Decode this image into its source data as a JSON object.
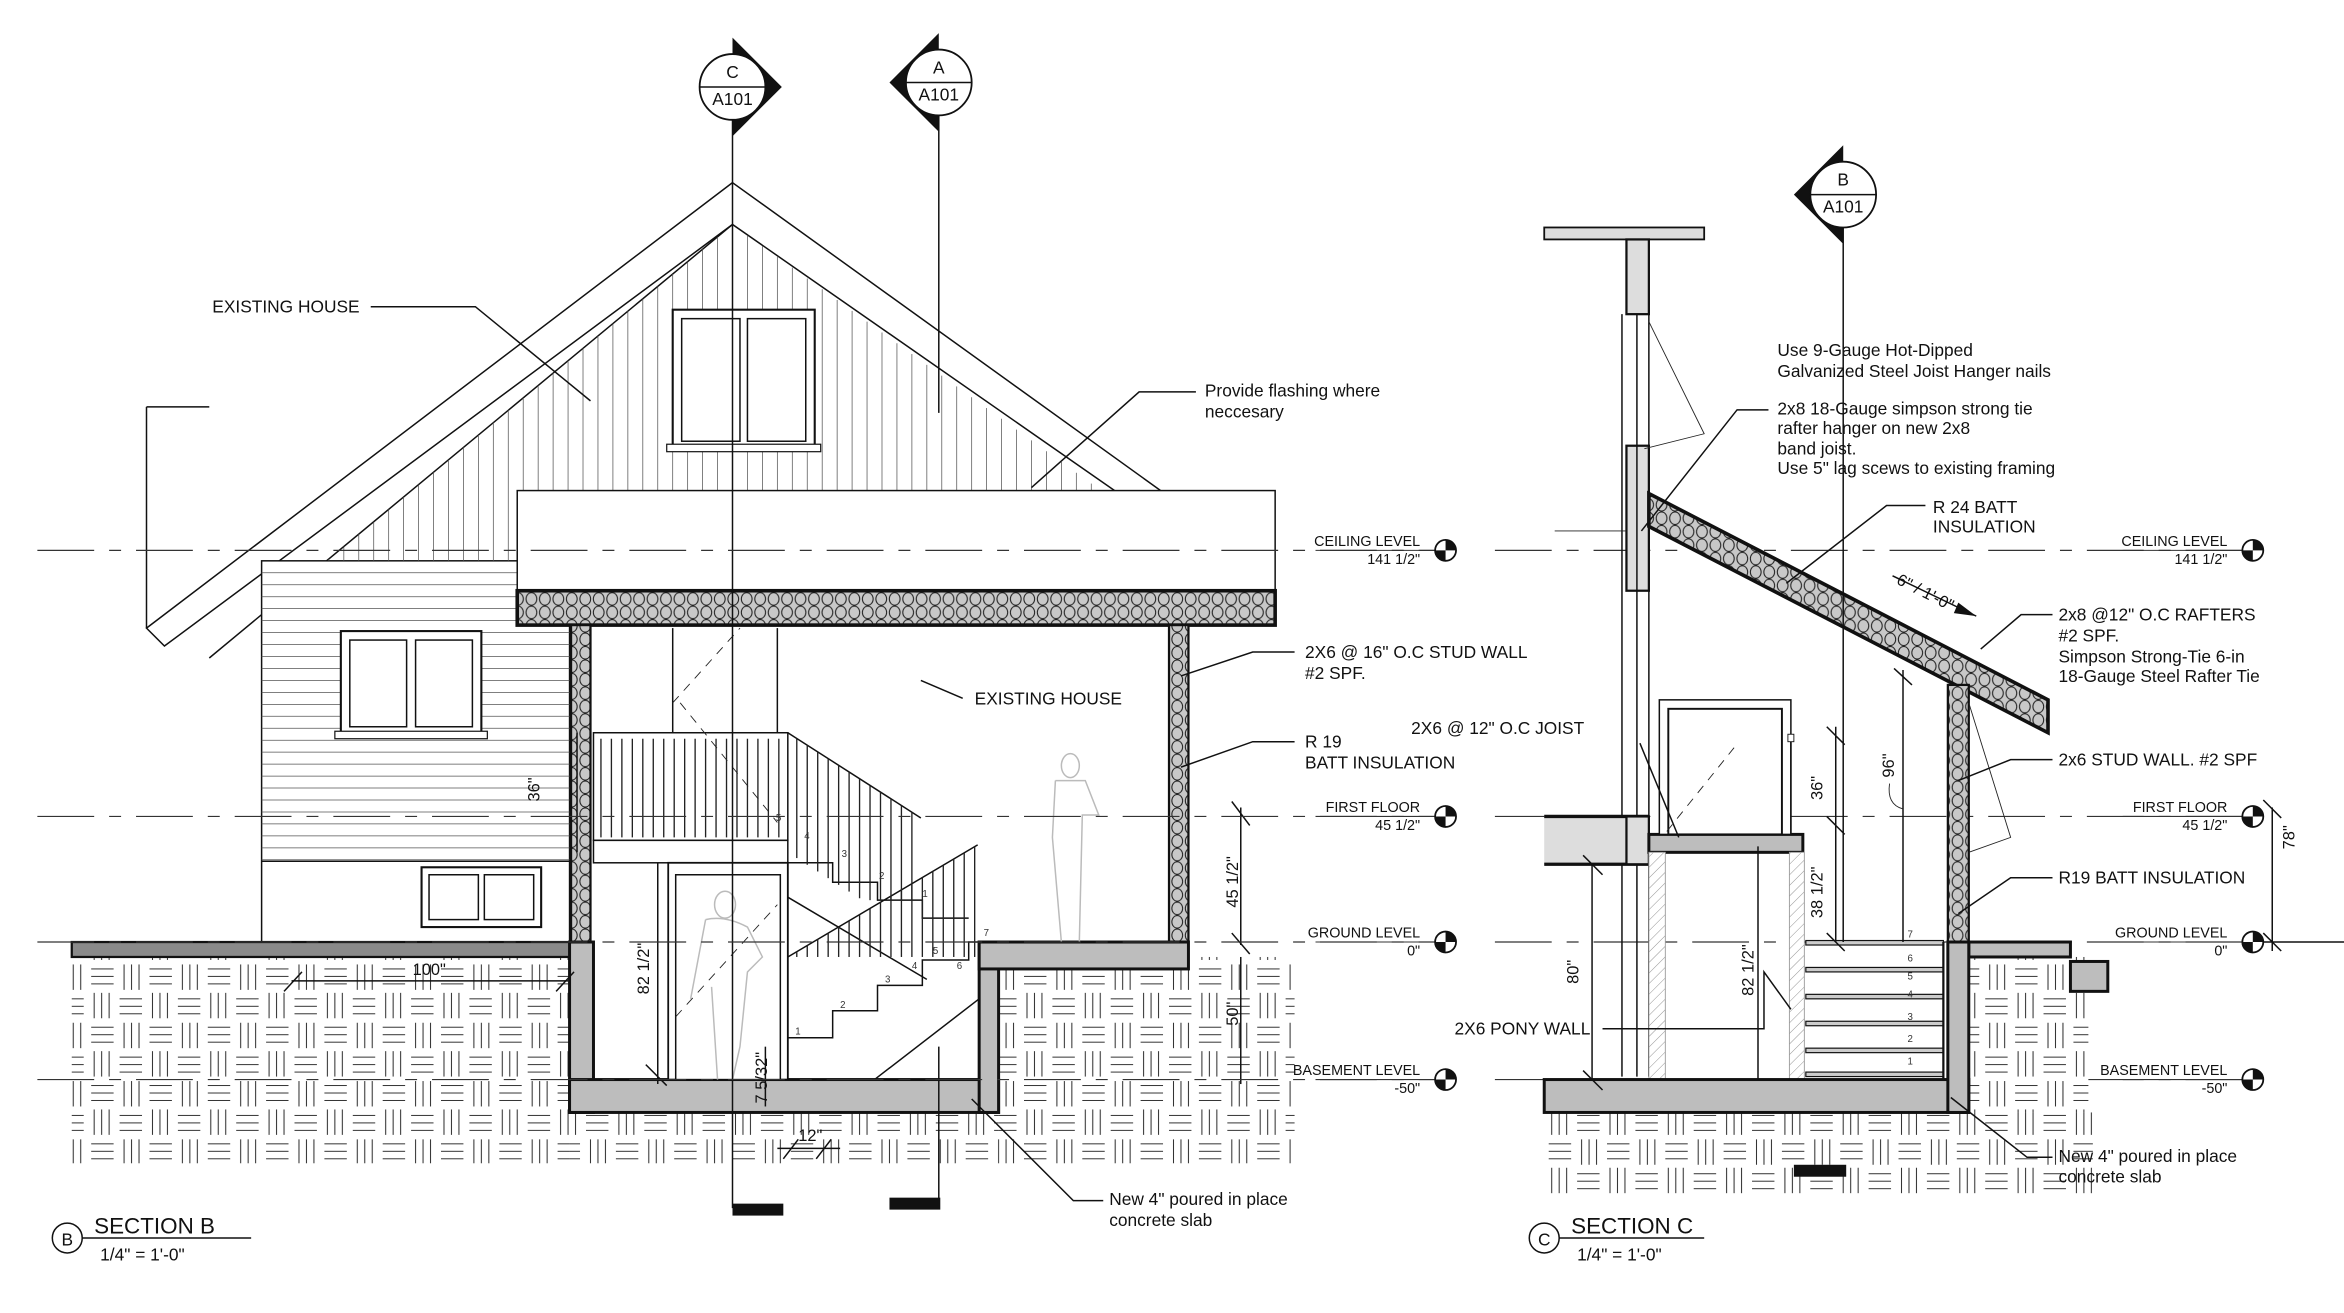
{
  "section_markers": {
    "c": {
      "letter": "C",
      "sheet": "A101"
    },
    "a": {
      "letter": "A",
      "sheet": "A101"
    },
    "b": {
      "letter": "B",
      "sheet": "A101"
    }
  },
  "levels": {
    "ceiling": {
      "name": "CEILING LEVEL",
      "value": "141 1/2\""
    },
    "first": {
      "name": "FIRST FLOOR",
      "value": "45 1/2\""
    },
    "ground": {
      "name": "GROUND LEVEL",
      "value": "0\""
    },
    "basement": {
      "name": "BASEMENT LEVEL",
      "value": "-50\""
    }
  },
  "section_b": {
    "title": "SECTION B",
    "tag": "B",
    "scale": "1/4\" = 1'-0\"",
    "callouts": {
      "existing_house_1": "EXISTING HOUSE",
      "flashing": [
        "Provide flashing where",
        "neccesary"
      ],
      "existing_house_2": "EXISTING HOUSE",
      "stud_wall": [
        "2X6 @ 16\" O.C STUD WALL",
        "#2 SPF."
      ],
      "batt": [
        "R 19",
        "BATT INSULATION"
      ],
      "slab": [
        "New 4\" poured in place",
        "concrete slab"
      ]
    },
    "dimensions": {
      "d36": "36\"",
      "d45": "45 1/2\"",
      "d50": "50\"",
      "d82": "82 1/2\"",
      "d7": "7 5/32\"",
      "d100": "100\"",
      "d12": "12\""
    },
    "stair_upper": [
      "1",
      "2",
      "3",
      "4",
      "5"
    ],
    "stair_lower": [
      "1",
      "2",
      "3",
      "4",
      "5",
      "6",
      "7"
    ]
  },
  "section_c": {
    "title": "SECTION C",
    "tag": "C",
    "scale": "1/4\" = 1'-0\"",
    "callouts": {
      "nails": [
        "Use 9-Gauge Hot-Dipped",
        "Galvanized Steel Joist Hanger nails"
      ],
      "hanger": [
        "2x8 18-Gauge simpson strong tie",
        "rafter hanger on new 2x8",
        "band joist.",
        "Use 5\" lag scews to existing framing"
      ],
      "r24": [
        "R 24 BATT",
        "INSULATION"
      ],
      "rafters": [
        "2x8 @12\" O.C RAFTERS",
        "#2 SPF.",
        "Simpson Strong-Tie 6-in",
        "18-Gauge Steel Rafter Tie"
      ],
      "joist": "2X6 @ 12\" O.C JOIST",
      "stud_wall": "2x6 STUD WALL. #2 SPF",
      "batt": "R19 BATT INSULATION",
      "pony_wall": "2X6 PONY WALL",
      "slab": [
        "New 4\" poured in place",
        "concrete slab"
      ]
    },
    "dimensions": {
      "slope": "6\" / 1'-0\"",
      "d80": "80\"",
      "d82": "82 1/2\"",
      "d38": "38 1/2\"",
      "d36": "36\"",
      "d96": "96\"",
      "d78": "78\""
    },
    "stair": [
      "1",
      "2",
      "3",
      "4",
      "5",
      "6",
      "7"
    ]
  }
}
